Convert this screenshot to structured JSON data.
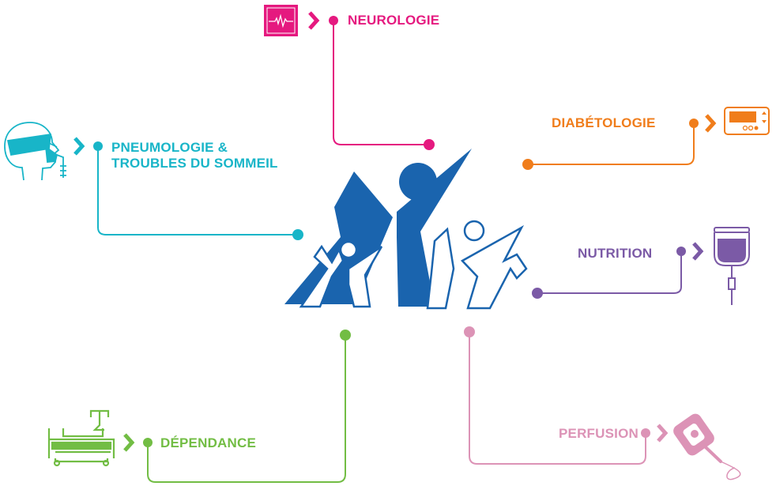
{
  "branches": [
    {
      "id": "neurologie",
      "lines": [
        "NEUROLOGIE"
      ],
      "color": "#e5197f",
      "icon": "ecg-monitor-icon"
    },
    {
      "id": "diabetologie",
      "lines": [
        "DIABÉTOLOGIE"
      ],
      "color": "#f07d1b",
      "icon": "insulin-pump-icon"
    },
    {
      "id": "pneumologie",
      "lines": [
        "PNEUMOLOGIE &",
        "TROUBLES DU SOMMEIL"
      ],
      "color": "#18b5c8",
      "icon": "oxygen-mask-icon"
    },
    {
      "id": "nutrition",
      "lines": [
        "NUTRITION"
      ],
      "color": "#7b5aa6",
      "icon": "feeding-bag-icon"
    },
    {
      "id": "dependance",
      "lines": [
        "DÉPENDANCE"
      ],
      "color": "#72bd44",
      "icon": "medical-bed-icon"
    },
    {
      "id": "perfusion",
      "lines": [
        "PERFUSION"
      ],
      "color": "#dc93b6",
      "icon": "infusion-pump-icon"
    }
  ],
  "logo": {
    "name": "central-figures-logo",
    "color": "#1a64ae"
  }
}
